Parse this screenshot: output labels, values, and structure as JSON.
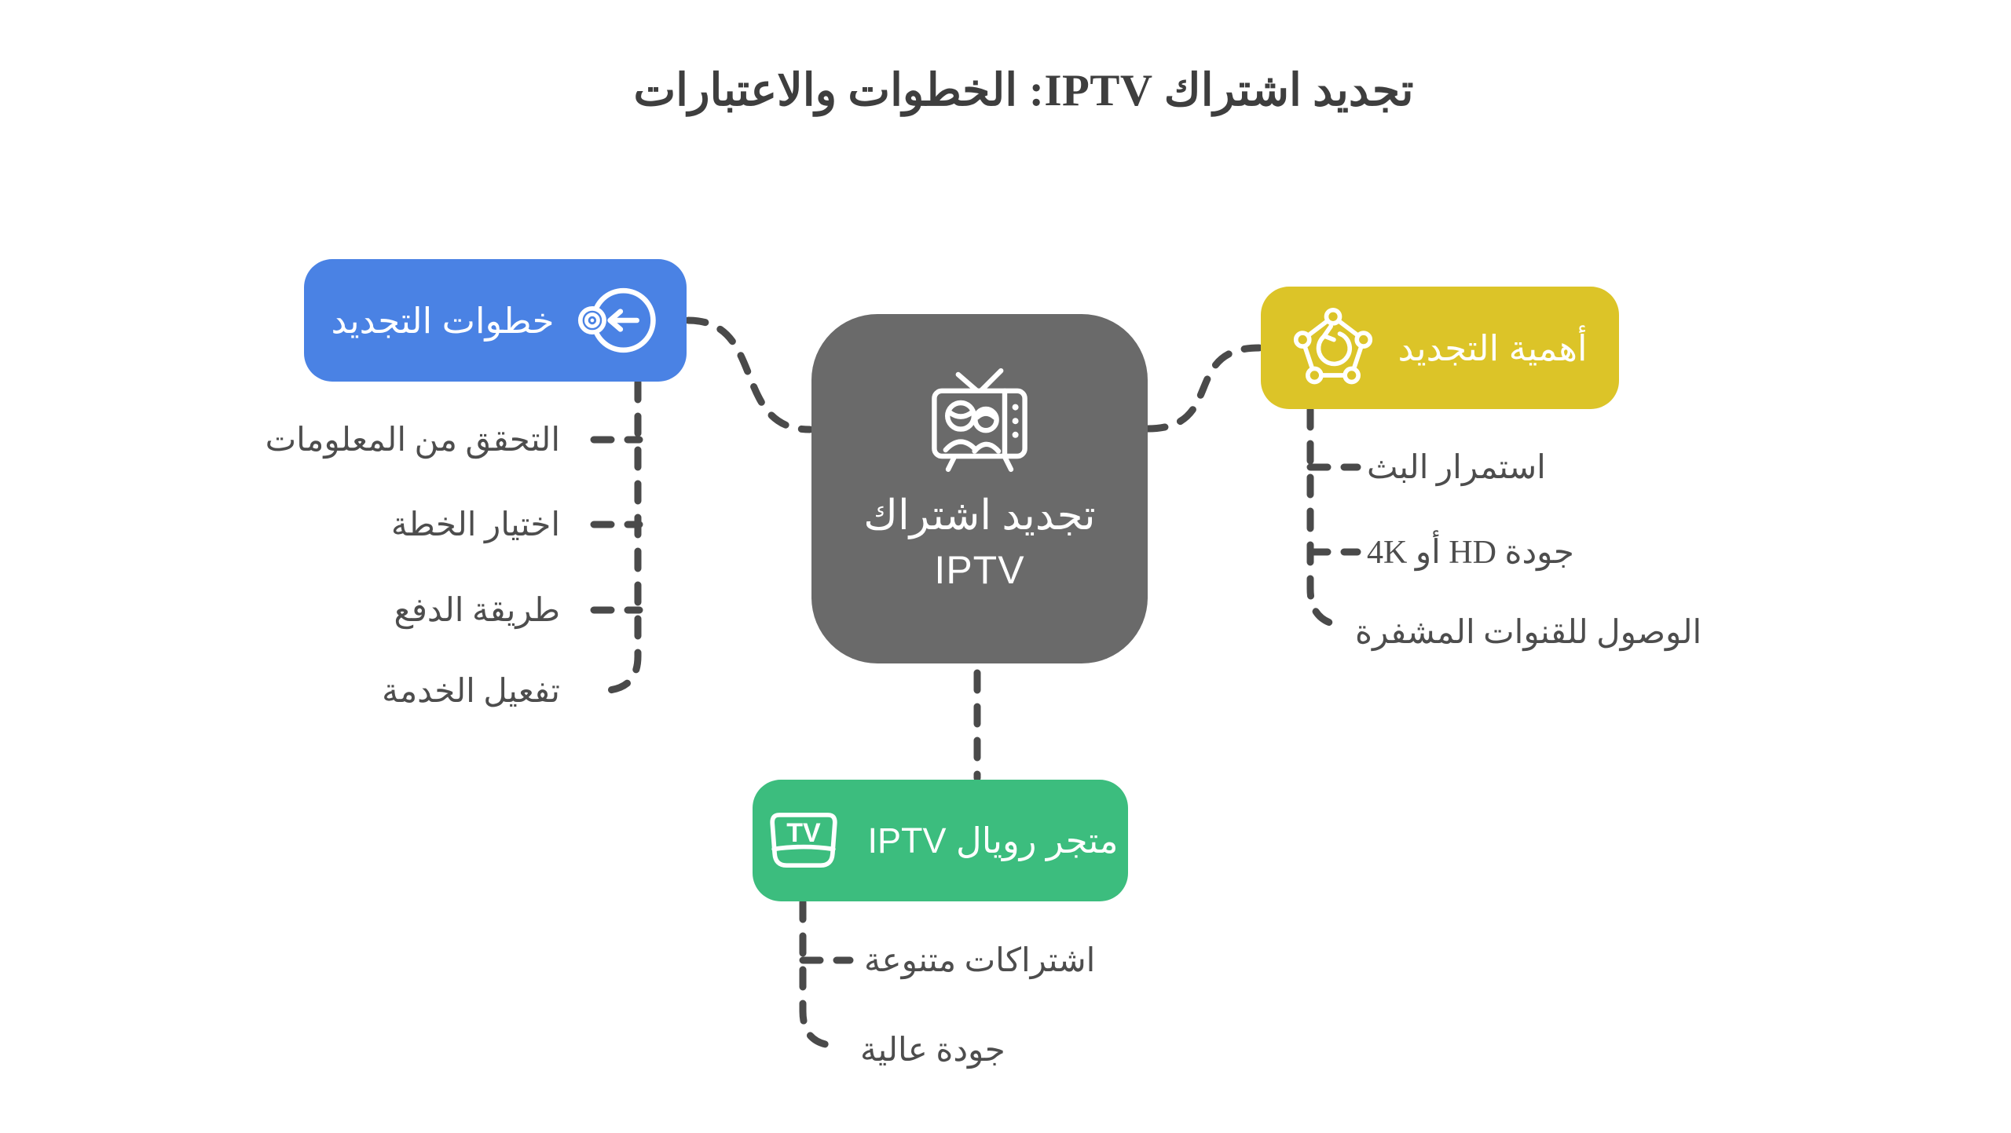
{
  "title": "تجديد اشتراك IPTV: الخطوات والاعتبارات",
  "center_node": {
    "label_ar": "تجديد اشتراك",
    "label_en": "IPTV",
    "icon": "tv-viewers-icon",
    "color": "#6A6A6A"
  },
  "branches": [
    {
      "id": "renewal-steps",
      "label": "خطوات التجديد",
      "icon": "target-arrow-icon",
      "color": "#4A82E4",
      "items": [
        "التحقق من المعلومات",
        "اختيار الخطة",
        "طريقة الدفع",
        "تفعيل الخدمة"
      ]
    },
    {
      "id": "renewal-importance",
      "label": "أهمية التجديد",
      "icon": "pentagon-refresh-icon",
      "color": "#DCC428",
      "items": [
        "استمرار البث",
        "جودة HD أو 4K",
        "الوصول للقنوات المشفرة"
      ]
    },
    {
      "id": "royal-store",
      "label": "متجر رويال IPTV",
      "icon": "tv-box-icon",
      "color": "#3CBD7E",
      "items": [
        "اشتراكات متنوعة",
        "جودة عالية"
      ]
    }
  ],
  "connector_color": "#4A4A4A",
  "background_color": "#FFFFFF",
  "text_color": "#4D4D4D"
}
